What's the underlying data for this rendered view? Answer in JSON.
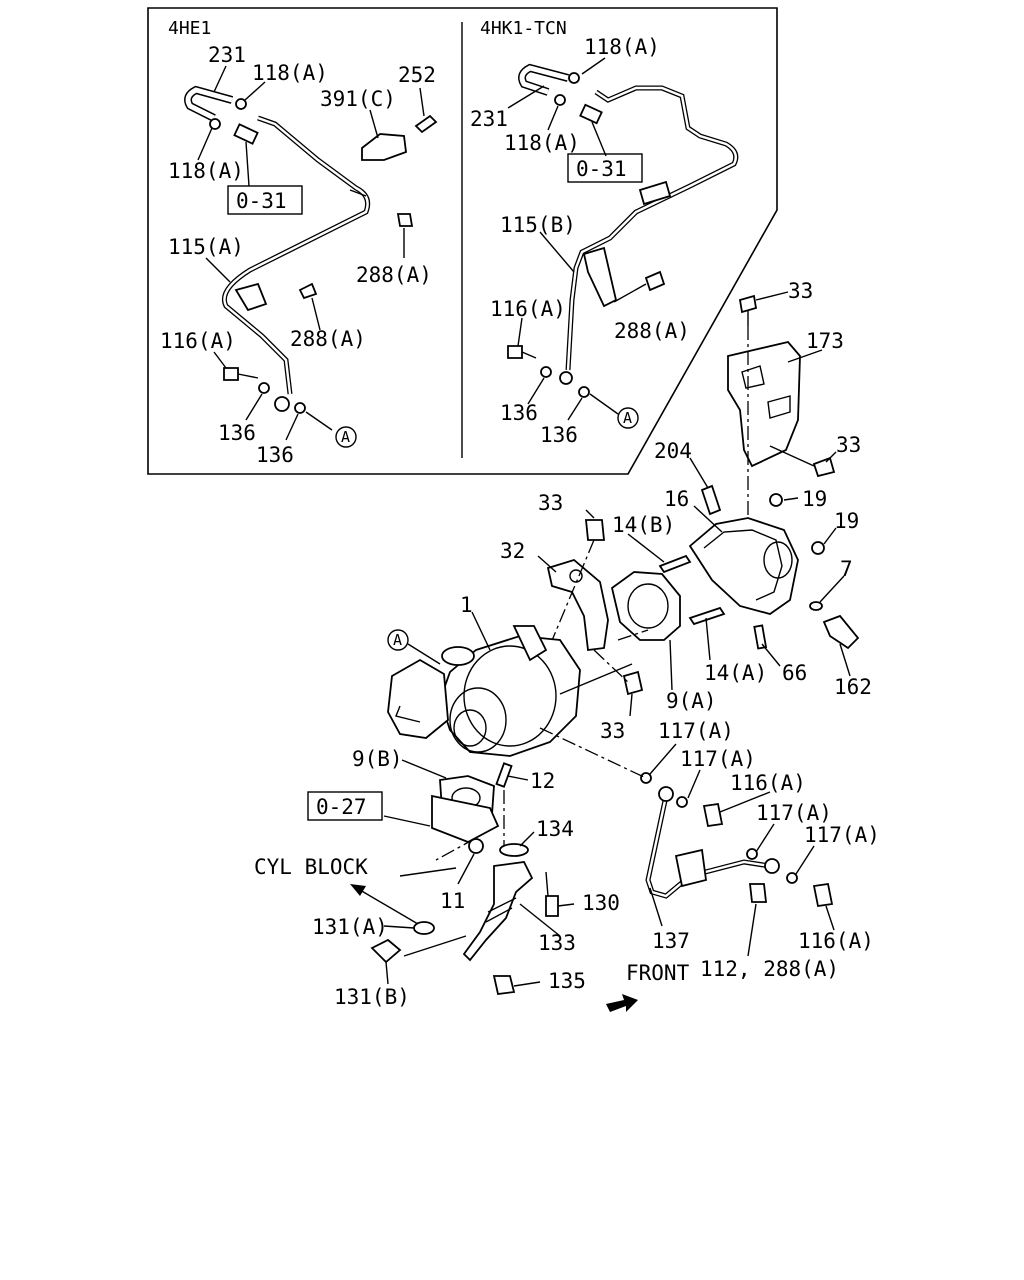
{
  "inset_left": {
    "title": "4HE1"
  },
  "inset_right": {
    "title": "4HK1-TCN"
  },
  "refs": {
    "r031": "0-31",
    "r027": "0-27"
  },
  "text_labels": {
    "cyl_block": "CYL BLOCK",
    "front": "FRONT"
  },
  "circle_marker": "A",
  "callouts": {
    "l_231": "231",
    "l_118a_top": "118(A)",
    "l_252": "252",
    "l_391c": "391(C)",
    "l_118a_bot": "118(A)",
    "l_115a": "115(A)",
    "l_288a_1": "288(A)",
    "l_288a_2": "288(A)",
    "l_116a": "116(A)",
    "l_136_1": "136",
    "l_136_2": "136",
    "r_118a_top": "118(A)",
    "r_231": "231",
    "r_118a_mid": "118(A)",
    "r_115b": "115(B)",
    "r_116a": "116(A)",
    "r_288a": "288(A)",
    "r_136_1": "136",
    "r_136_2": "136",
    "m_33_top": "33",
    "m_173": "173",
    "m_33_right": "33",
    "m_204": "204",
    "m_16": "16",
    "m_19_1": "19",
    "m_19_2": "19",
    "m_33_left": "33",
    "m_14b": "14(B)",
    "m_32": "32",
    "m_7": "7",
    "m_1": "1",
    "m_14a": "14(A)",
    "m_66": "66",
    "m_162": "162",
    "m_9a": "9(A)",
    "m_33_bot": "33",
    "m_117a_1": "117(A)",
    "m_9b": "9(B)",
    "m_117a_2": "117(A)",
    "m_12": "12",
    "m_116a_1": "116(A)",
    "m_117a_3": "117(A)",
    "m_134": "134",
    "m_117a_4": "117(A)",
    "m_11": "11",
    "m_130": "130",
    "m_131a": "131(A)",
    "m_133": "133",
    "m_137": "137",
    "m_116a_2": "116(A)",
    "m_112_288a": "112, 288(A)",
    "m_135": "135",
    "m_131b": "131(B)"
  }
}
